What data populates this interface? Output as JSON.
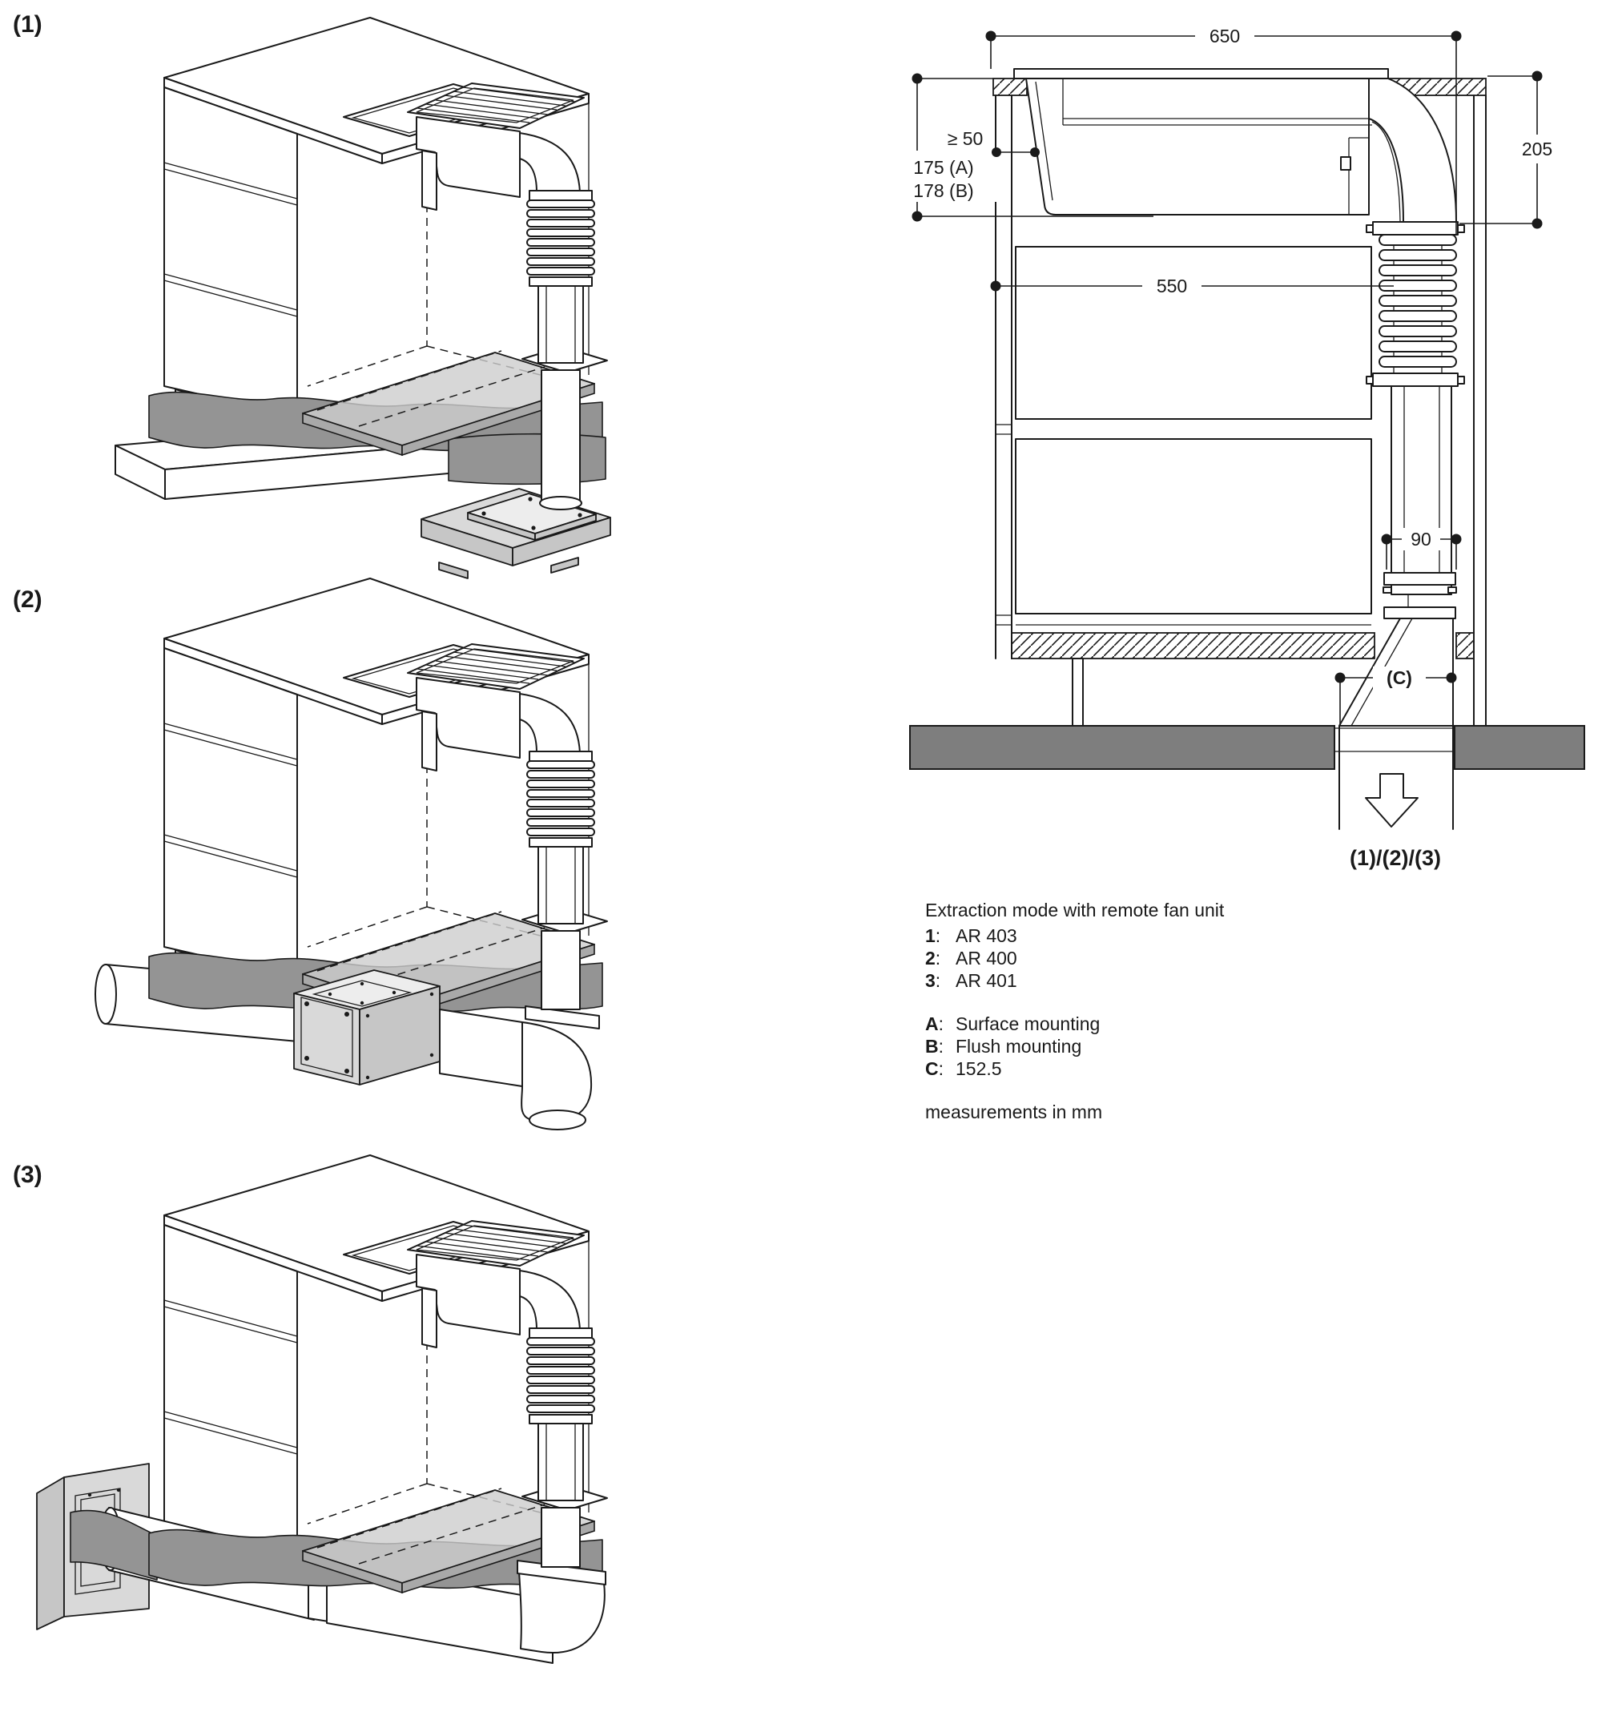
{
  "figures": [
    {
      "label": "(1)"
    },
    {
      "label": "(2)"
    },
    {
      "label": "(3)"
    }
  ],
  "section": {
    "dims": {
      "overall_width": "650",
      "clearance_min": "≥ 50",
      "depth_surface": "175 (A)",
      "depth_flush": "178 (B)",
      "right_depth": "205",
      "inner_width": "550",
      "duct_width": "90",
      "plinth": "(C)",
      "outlet": "(1)/(2)/(3)"
    }
  },
  "legend": {
    "title": "Extraction mode with remote fan unit",
    "models": [
      {
        "key": "1",
        "sep": ":",
        "value": "AR 403"
      },
      {
        "key": "2",
        "sep": ":",
        "value": "AR 400"
      },
      {
        "key": "3",
        "sep": ":",
        "value": "AR 401"
      }
    ],
    "notes": [
      {
        "key": "A",
        "sep": ":",
        "value": "Surface mounting"
      },
      {
        "key": "B",
        "sep": ":",
        "value": "Flush mounting"
      },
      {
        "key": "C",
        "sep": ":",
        "value": "152.5"
      }
    ],
    "footer": "measurements in mm"
  },
  "icons": [
    {
      "name": "down-arrow-icon",
      "meaning": "exhaust air outlet direction"
    }
  ],
  "colors": {
    "line": "#1a1a1a",
    "background": "#ffffff",
    "floor_gray": "#7e7e7e",
    "ribbon_gray": "#949494",
    "panel_gray": "#cdcdcd",
    "panel_edge_gray": "#a9a9a9",
    "unit_gray": "#d9d9d9",
    "unit_gray_2": "#c6c6c6",
    "unit_gray_3": "#ededed"
  }
}
